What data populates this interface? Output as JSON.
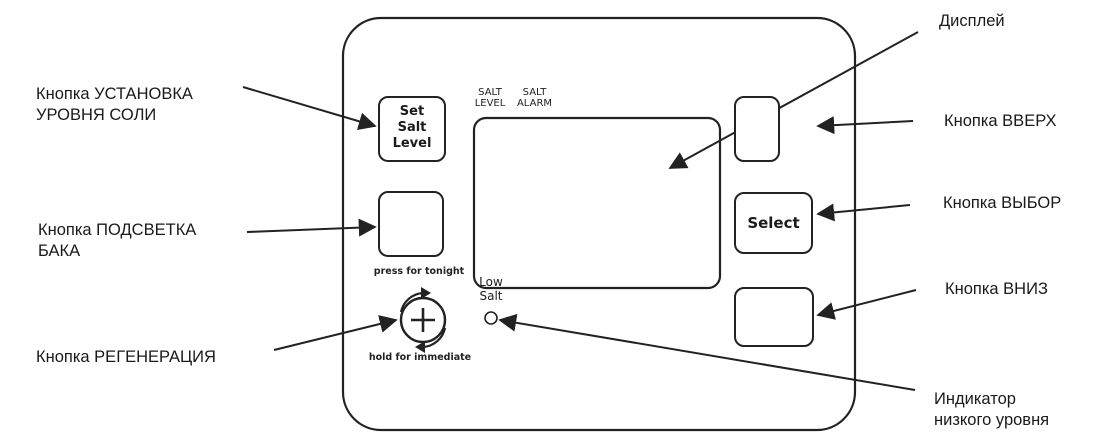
{
  "panel": {
    "indicator_labels": {
      "salt_level": "SALT\nLEVEL",
      "salt_alarm": "SALT\nALARM"
    },
    "buttons": {
      "set_salt_level": "Set\nSalt\nLevel",
      "select": "Select"
    },
    "texts": {
      "press_for_tonight": "press for tonight",
      "hold_for_immediate": "hold for immediate",
      "low_salt": "Low\nSalt"
    }
  },
  "callouts": {
    "display": "Дисплей",
    "set_salt_button": "Кнопка УСТАНОВКА\nУРОВНЯ СОЛИ",
    "up_button": "Кнопка ВВЕРХ",
    "tank_light_button": "Кнопка ПОДСВЕТКА\nБАКА",
    "select_button": "Кнопка ВЫБОР",
    "down_button": "Кнопка ВНИЗ",
    "regeneration_button": "Кнопка РЕГЕНЕРАЦИЯ",
    "low_level_indicator": "Индикатор\nнизкого уровня"
  },
  "icons": [
    "lightbulb-icon",
    "regeneration-arrows-icon",
    "chevron-up-icon",
    "chevron-down-icon"
  ],
  "colors": {
    "line": "#222222",
    "background": "#ffffff",
    "text": "#1a1a1a"
  }
}
